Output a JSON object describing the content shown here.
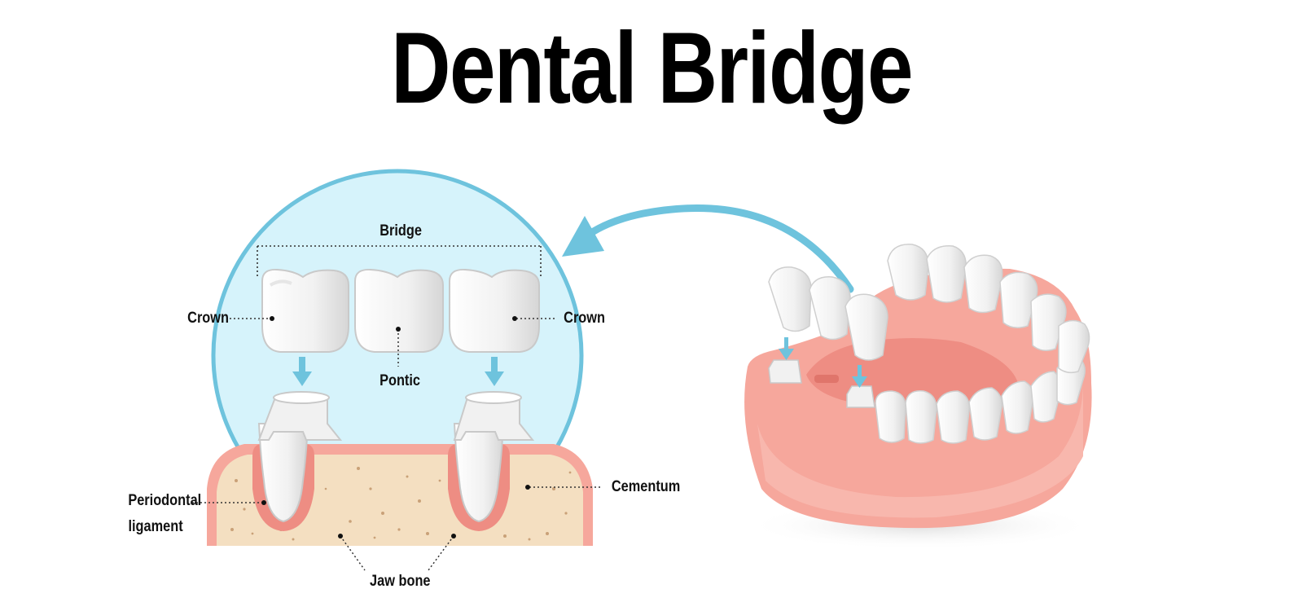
{
  "title": "Dental Bridge",
  "labels": {
    "bridge": "Bridge",
    "crown_left": "Crown",
    "crown_right": "Crown",
    "pontic": "Pontic",
    "cementum": "Cementum",
    "periodontal_line1": "Periodontal",
    "periodontal_line2": "ligament",
    "jaw_bone": "Jaw bone"
  },
  "colors": {
    "circle_fill": "#d6f3fb",
    "circle_stroke": "#6ec3dd",
    "arrow": "#6ec3dd",
    "gum": "#f6a79c",
    "gum_dark": "#ee8d83",
    "bone": "#f4dfc1",
    "bone_speck": "#c9a178",
    "tooth": "#f4f4f4",
    "tooth_shade": "#d9d9d9"
  }
}
